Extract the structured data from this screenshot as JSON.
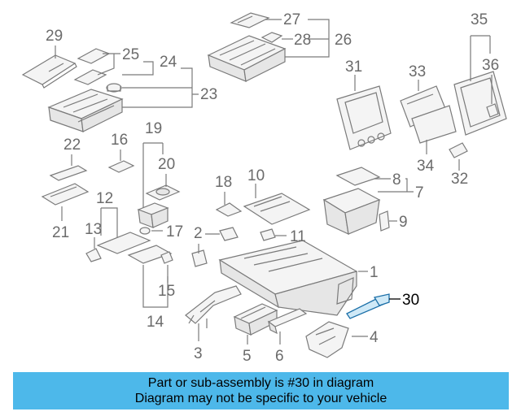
{
  "diagram": {
    "highlight_color": "#1b6fa8",
    "callouts": [
      "1",
      "2",
      "3",
      "4",
      "5",
      "6",
      "7",
      "8",
      "9",
      "10",
      "11",
      "12",
      "13",
      "14",
      "15",
      "16",
      "17",
      "18",
      "19",
      "20",
      "21",
      "22",
      "23",
      "24",
      "25",
      "26",
      "27",
      "28",
      "29",
      "30",
      "31",
      "32",
      "33",
      "34",
      "35",
      "36"
    ],
    "highlighted_callout": "30"
  },
  "banner": {
    "line1": "Part or sub-assembly is #30 in diagram",
    "line2": "Diagram may not be specific to your vehicle",
    "background": "#4db8ea"
  }
}
